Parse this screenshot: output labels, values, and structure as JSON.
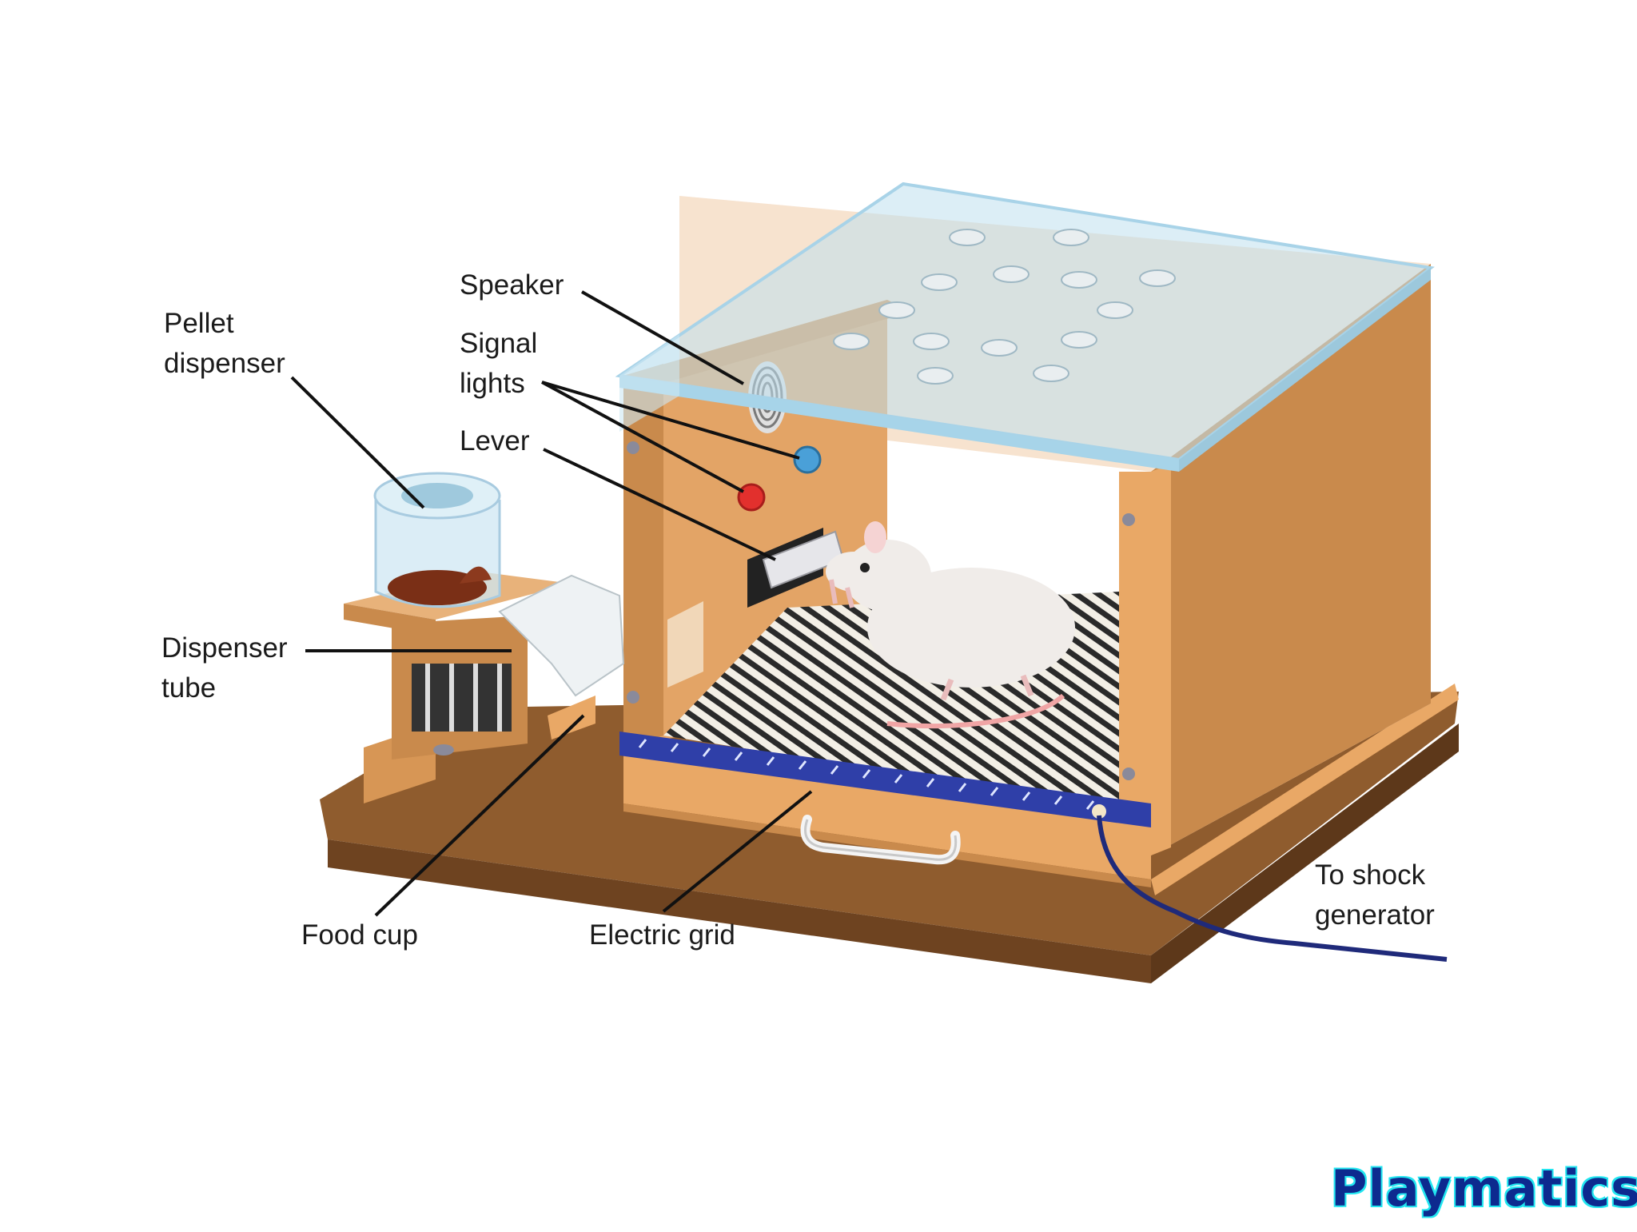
{
  "labels": {
    "speaker": "Speaker",
    "pellet_dispenser": [
      "Pellet",
      "dispenser"
    ],
    "signal_lights": [
      "Signal",
      "lights"
    ],
    "lever": "Lever",
    "dispenser_tube": [
      "Dispenser",
      "tube"
    ],
    "food_cup": "Food cup",
    "electric_grid": "Electric grid",
    "shock_generator": [
      "To shock",
      "generator"
    ]
  },
  "watermark": "Playmatics",
  "colors": {
    "wood_light": "#e9a866",
    "wood_dark": "#c67d3c",
    "base": "#8a5a2f",
    "glass": "#bfe0ef",
    "grid_blue": "#2f3fa8",
    "brand": "#0d2a8f",
    "brand_outline": "#22e6f0",
    "signal_red": "#e2302d",
    "signal_blue": "#4aa0d8"
  }
}
